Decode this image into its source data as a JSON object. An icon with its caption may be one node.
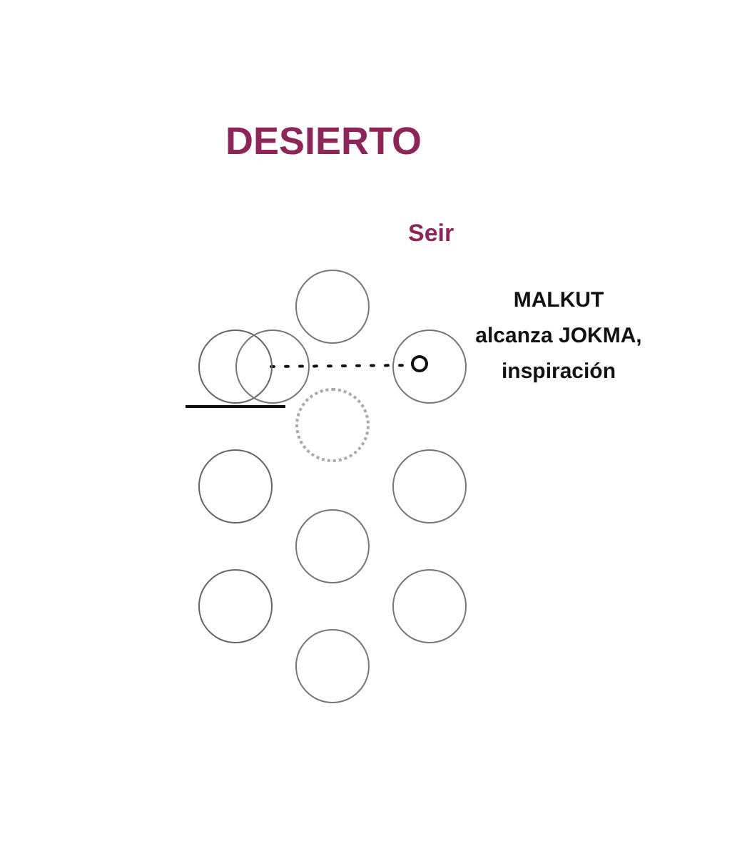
{
  "diagram": {
    "title": "DESIERTO",
    "nodes": [
      {
        "text": [],
        "shape": "circle"
      },
      {
        "text": [],
        "shape": "circle"
      },
      {
        "text": [],
        "shape": "circle"
      },
      {
        "text": [],
        "shape": "circle"
      },
      {
        "text": [],
        "shape": "circle",
        "in": 3
      },
      {
        "text": [],
        "shape": "circle"
      },
      {
        "text": [],
        "shape": "circle"
      },
      {
        "text": [],
        "shape": "circle"
      },
      {
        "text": [],
        "shape": "circle"
      },
      {
        "text": [],
        "shape": "circle"
      },
      {
        "text": [],
        "shape": "circle"
      },
      {
        "text": [],
        "shape": "circle"
      }
    ],
    "edges": [
      {
        "from": 2,
        "to": 4,
        "arrow": "none",
        "style": "dashed"
      }
    ],
    "labels": [
      "Seir",
      "MALKUT alcanza JOKMA, inspiración"
    ]
  }
}
